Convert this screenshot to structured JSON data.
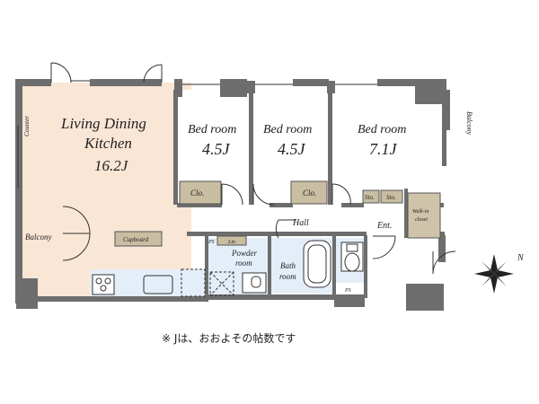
{
  "rooms": {
    "ldk_line1": "Living Dining",
    "ldk_line2": "Kitchen",
    "ldk_size": "16.2J",
    "bed1_label": "Bed room",
    "bed1_size": "4.5J",
    "bed2_label": "Bed room",
    "bed2_size": "4.5J",
    "bed3_label": "Bed room",
    "bed3_size": "7.1J",
    "hall": "Hall",
    "entrance": "Ent.",
    "powder_line1": "Powder",
    "powder_line2": "room",
    "bath_line1": "Bath",
    "bath_line2": "room",
    "balcony_left": "Balcony",
    "balcony_right": "Balcony"
  },
  "fixtures": {
    "counter": "Counter",
    "cupboard": "Cupboard",
    "closet1": "Clo.",
    "closet2": "Clo.",
    "storage1": "Sto.",
    "storage2": "Sto.",
    "walk_in_line1": "Walk-in",
    "walk_in_line2": "closet",
    "linen": "Lin",
    "ps_left": "PS",
    "ps_right": "PS"
  },
  "compass": {
    "north": "N"
  },
  "note": "※ Jは、おおよその帖数です",
  "colors": {
    "wall": "#6d6d6d",
    "wall_dark": "#5a5a5a",
    "ldk_floor": "#f9e6d5",
    "wet_floor": "#e3eef8",
    "storage_fill": "#c9bda2",
    "walkin_fill": "#cfc4aa",
    "line": "#333333"
  }
}
